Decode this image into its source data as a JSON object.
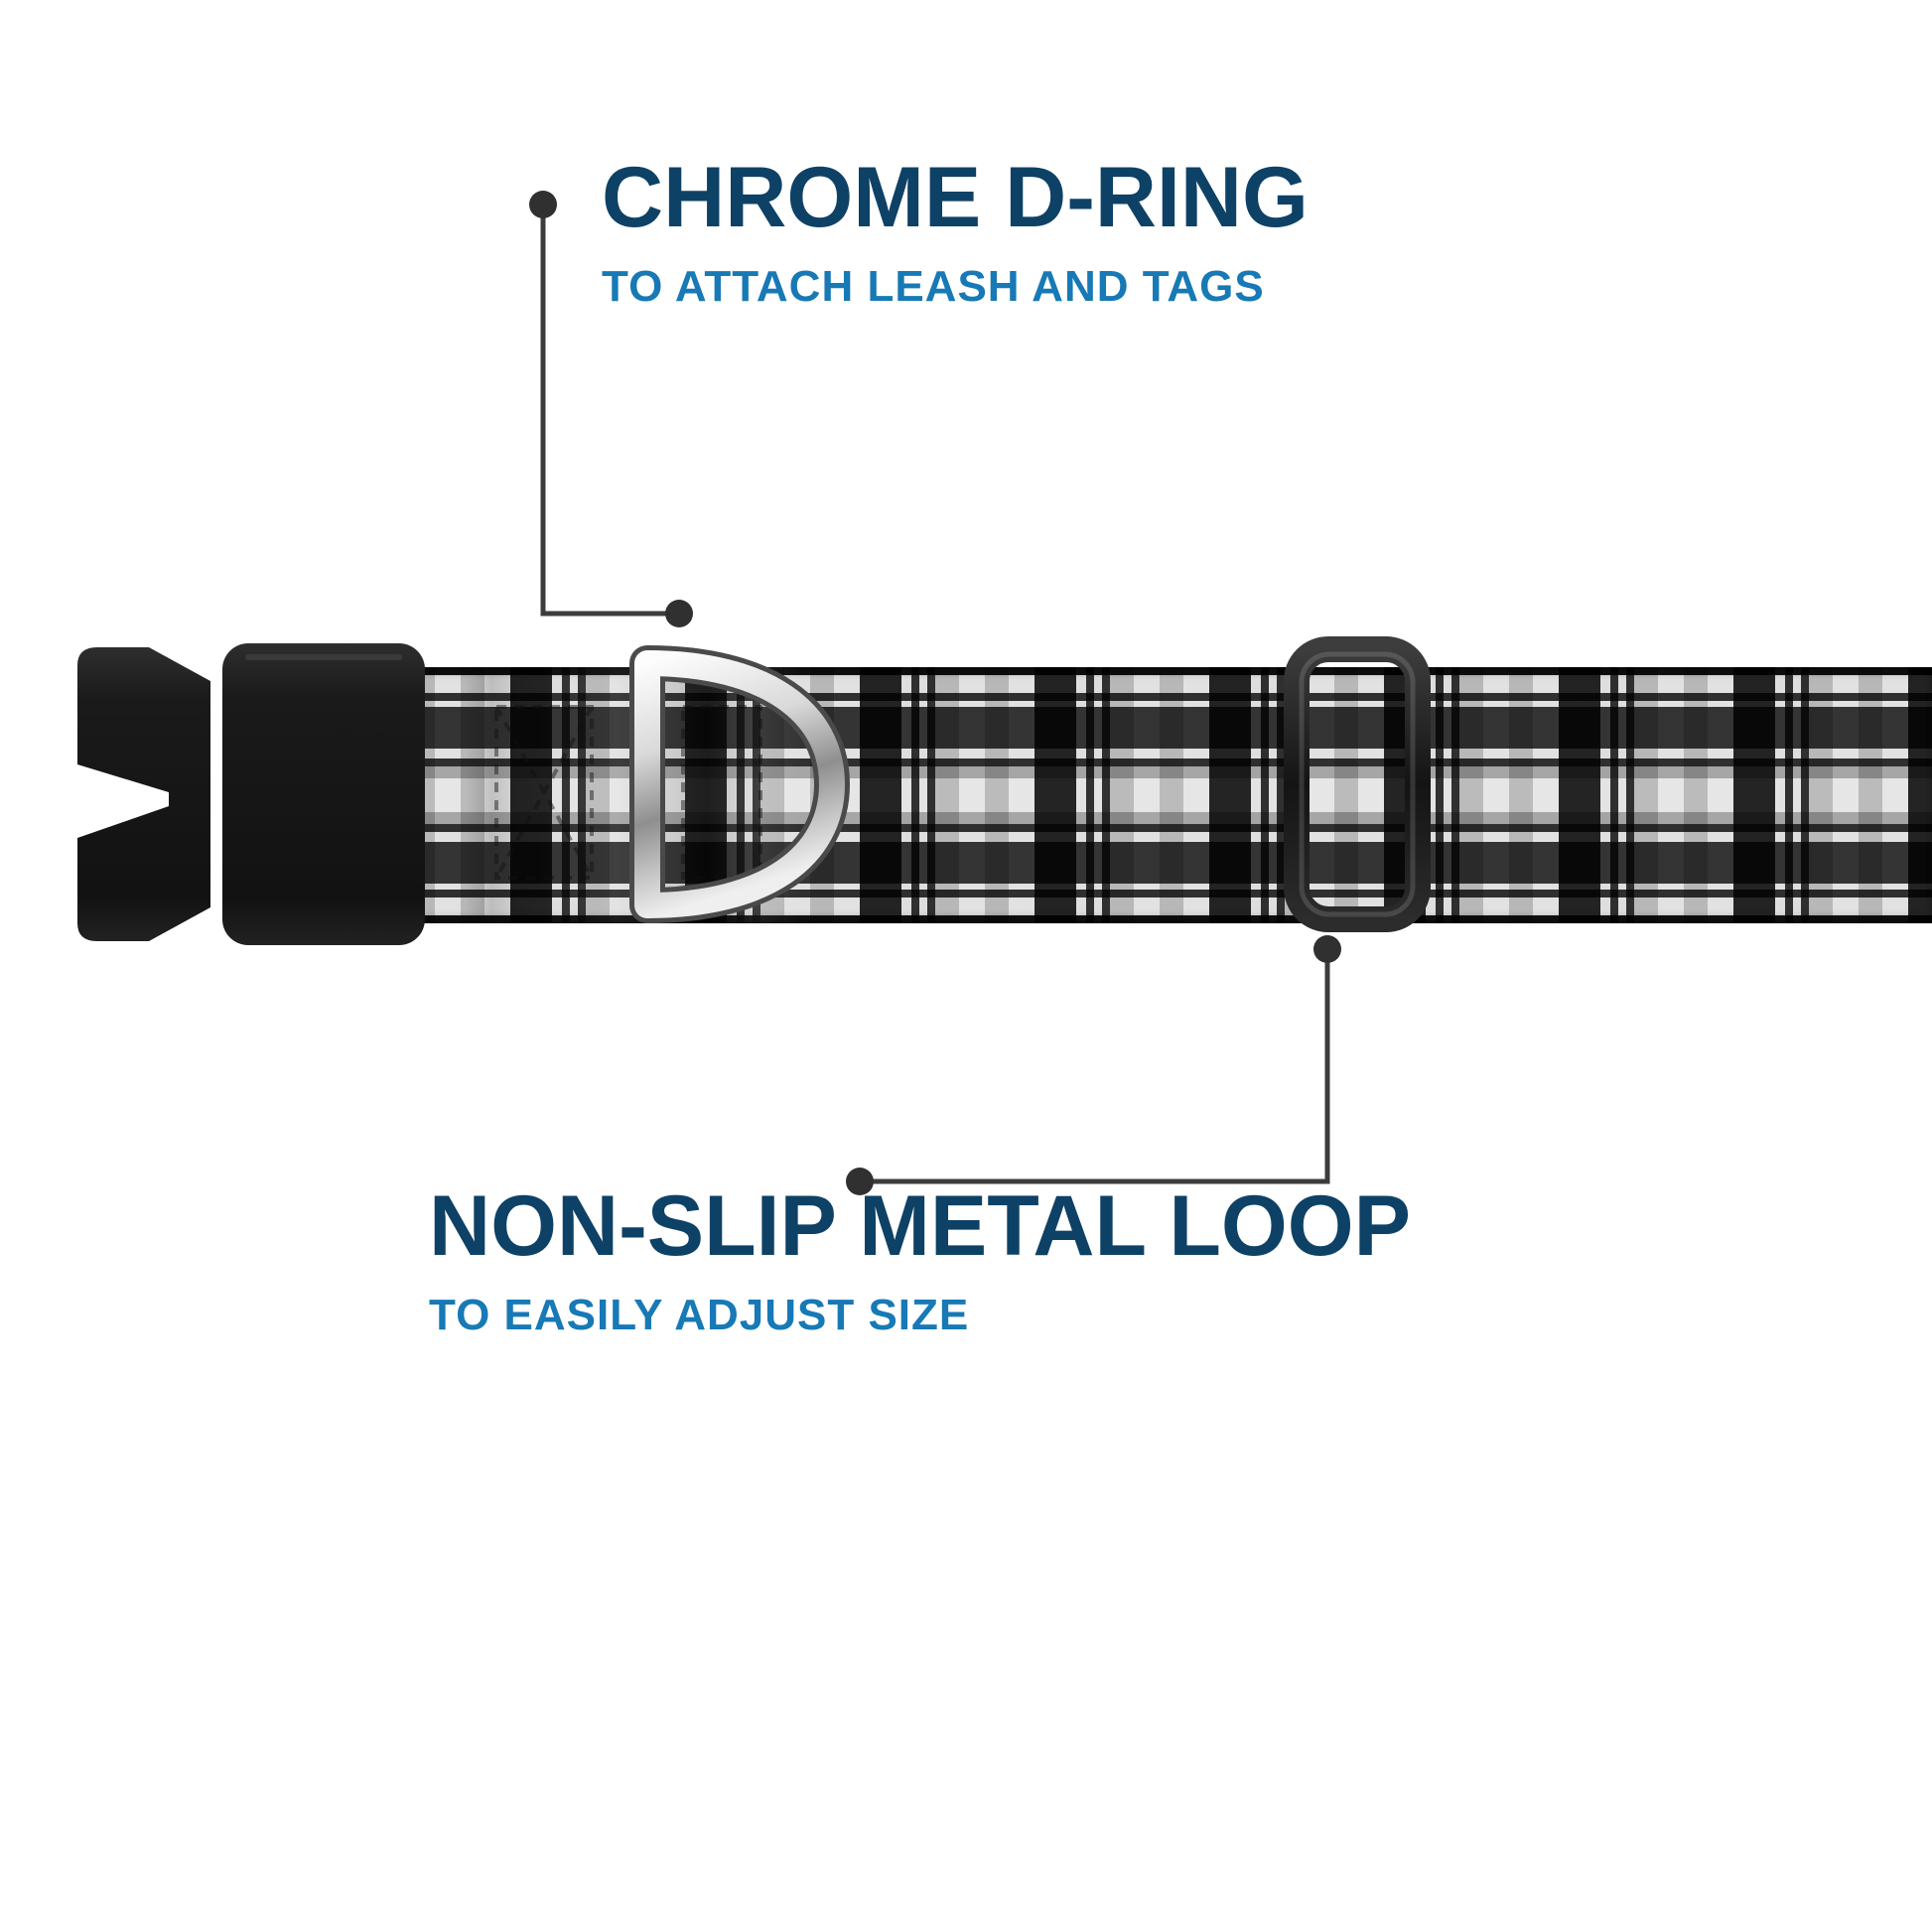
{
  "callouts": {
    "d_ring": {
      "title": "CHROME D-RING",
      "subtitle": "TO ATTACH LEASH AND TAGS"
    },
    "metal_loop": {
      "title": "NON-SLIP METAL LOOP",
      "subtitle": "TO EASILY ADJUST SIZE"
    }
  },
  "parts": {
    "buckle_icon": "black-side-release-buckle",
    "d_ring_icon": "chrome-d-ring",
    "slider_icon": "metal-triglide-adjuster-loop",
    "webbing_icon": "black-white-gray-plaid-collar-webbing"
  },
  "colors": {
    "title_text": "#0e4166",
    "subtitle_text": "#1779b5",
    "leader_line": "#3c3c3c",
    "leader_dot": "#303030",
    "buckle": "#161616",
    "background": "#ffffff"
  }
}
